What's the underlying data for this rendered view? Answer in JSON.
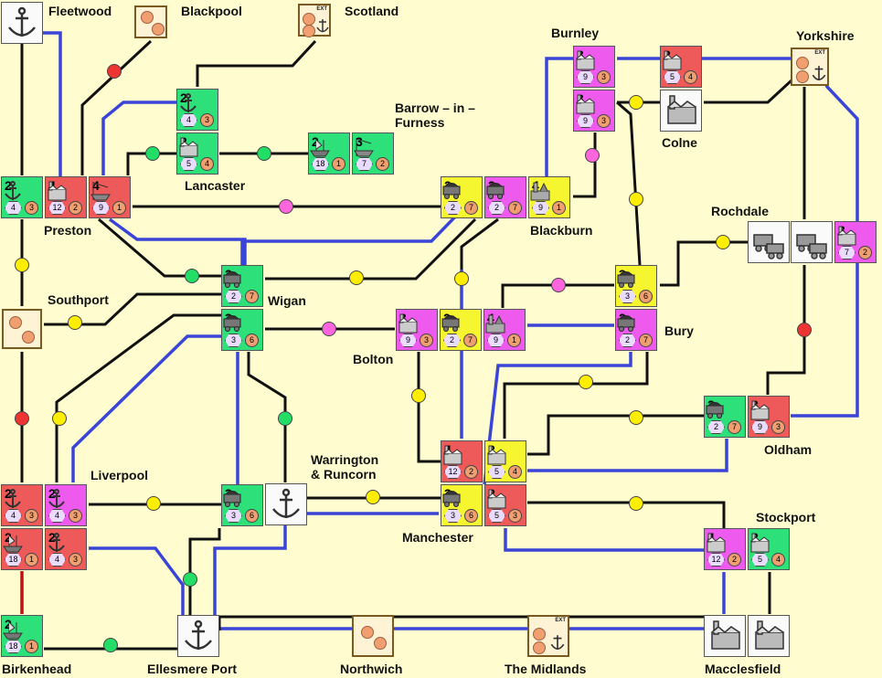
{
  "colors": {
    "background": "#fffdd0",
    "canal": "#3a45d8",
    "rail": "#111111",
    "red_link": "#c01010",
    "green": "#2ee07a",
    "red": "#ee5a5a",
    "magenta": "#ee5aee",
    "yellow": "#f5f530",
    "white": "#f4f4f4",
    "node_green": "#22dd66",
    "node_yellow": "#ffee00",
    "node_magenta": "#ff66dd",
    "node_red": "#ee3333"
  },
  "locations": {
    "fleetwood": "Fleetwood",
    "blackpool": "Blackpool",
    "scotland": "Scotland",
    "burnley": "Burnley",
    "yorkshire": "Yorkshire",
    "barrow": "Barrow – in –\nFurness",
    "colne": "Colne",
    "lancaster": "Lancaster",
    "preston": "Preston",
    "blackburn": "Blackburn",
    "rochdale": "Rochdale",
    "southport": "Southport",
    "wigan": "Wigan",
    "bolton": "Bolton",
    "bury": "Bury",
    "oldham": "Oldham",
    "liverpool": "Liverpool",
    "warrington": "Warrington\n& Runcorn",
    "manchester": "Manchester",
    "stockport": "Stockport",
    "birkenhead": "Birkenhead",
    "ellesmere": "Ellesmere Port",
    "northwich": "Northwich",
    "midlands": "The Midlands",
    "macclesfield": "Macclesfield"
  },
  "ext_label": "EXT",
  "tiles": [
    {
      "id": "preston-port",
      "color": "green",
      "level": "2",
      "icon": "port-icon",
      "cost": "4",
      "vp": "3"
    },
    {
      "id": "preston-mill",
      "color": "red",
      "level": "4",
      "icon": "cotton-mill-icon",
      "cost": "12",
      "vp": "2"
    },
    {
      "id": "preston-shipyard",
      "color": "red",
      "level": "4",
      "icon": "shipyard-icon",
      "cost": "9",
      "vp": "1"
    },
    {
      "id": "lancaster-port",
      "color": "green",
      "level": "2",
      "icon": "port-icon",
      "cost": "4",
      "vp": "3"
    },
    {
      "id": "lancaster-mill",
      "color": "green",
      "level": "2",
      "icon": "cotton-mill-icon",
      "cost": "5",
      "vp": "4"
    },
    {
      "id": "barrow-ship1",
      "color": "green",
      "level": "2",
      "icon": "ship-icon",
      "cost": "18",
      "vp": "1"
    },
    {
      "id": "barrow-ship2",
      "color": "green",
      "level": "3",
      "icon": "shipyard-icon",
      "cost": "7",
      "vp": "2"
    },
    {
      "id": "burnley-mill1",
      "color": "magenta",
      "level": "3",
      "icon": "cotton-mill-icon",
      "cost": "9",
      "vp": "3"
    },
    {
      "id": "burnley-mill2",
      "color": "magenta",
      "level": "3",
      "icon": "cotton-mill-icon",
      "cost": "9",
      "vp": "3"
    },
    {
      "id": "burnley-mill3",
      "color": "red",
      "level": "2",
      "icon": "cotton-mill-icon",
      "cost": "5",
      "vp": "4"
    },
    {
      "id": "blackburn-coal1",
      "color": "yellow",
      "level": "2",
      "icon": "coal-mine-icon",
      "cost": "2",
      "vp": "7"
    },
    {
      "id": "blackburn-coal2",
      "color": "magenta",
      "level": "2",
      "icon": "coal-mine-icon",
      "cost": "2",
      "vp": "7"
    },
    {
      "id": "blackburn-iron",
      "color": "yellow",
      "level": "4",
      "icon": "iron-works-icon",
      "cost": "9",
      "vp": "1"
    },
    {
      "id": "wigan-coal1",
      "color": "green",
      "level": "2",
      "icon": "coal-mine-icon",
      "cost": "2",
      "vp": "7"
    },
    {
      "id": "wigan-coal2",
      "color": "green",
      "level": "3",
      "icon": "coal-mine-icon",
      "cost": "3",
      "vp": "6"
    },
    {
      "id": "bolton-mill",
      "color": "magenta",
      "level": "3",
      "icon": "cotton-mill-icon",
      "cost": "9",
      "vp": "3"
    },
    {
      "id": "bolton-coal",
      "color": "yellow",
      "level": "2",
      "icon": "coal-mine-icon",
      "cost": "2",
      "vp": "7"
    },
    {
      "id": "bolton-iron",
      "color": "magenta",
      "level": "4",
      "icon": "iron-works-icon",
      "cost": "9",
      "vp": "1"
    },
    {
      "id": "bury-coal1",
      "color": "yellow",
      "level": "3",
      "icon": "coal-mine-icon",
      "cost": "3",
      "vp": "6"
    },
    {
      "id": "bury-coal2",
      "color": "magenta",
      "level": "2",
      "icon": "coal-mine-icon",
      "cost": "2",
      "vp": "7"
    },
    {
      "id": "rochdale-mill",
      "color": "magenta",
      "level": "3",
      "icon": "cotton-mill-icon",
      "cost": "7",
      "vp": "2"
    },
    {
      "id": "oldham-coal",
      "color": "green",
      "level": "2",
      "icon": "coal-mine-icon",
      "cost": "2",
      "vp": "7"
    },
    {
      "id": "oldham-mill",
      "color": "red",
      "level": "3",
      "icon": "cotton-mill-icon",
      "cost": "9",
      "vp": "3"
    },
    {
      "id": "manchester-mill1",
      "color": "red",
      "level": "4",
      "icon": "cotton-mill-icon",
      "cost": "12",
      "vp": "2"
    },
    {
      "id": "manchester-mill2",
      "color": "yellow",
      "level": "2",
      "icon": "cotton-mill-icon",
      "cost": "5",
      "vp": "4"
    },
    {
      "id": "manchester-coal",
      "color": "yellow",
      "level": "3",
      "icon": "coal-mine-icon",
      "cost": "3",
      "vp": "6"
    },
    {
      "id": "manchester-mill3",
      "color": "red",
      "level": "2",
      "icon": "cotton-mill-icon",
      "cost": "5",
      "vp": "3"
    },
    {
      "id": "liverpool-port1",
      "color": "red",
      "level": "2",
      "icon": "port-icon",
      "cost": "4",
      "vp": "3"
    },
    {
      "id": "liverpool-port2",
      "color": "magenta",
      "level": "2",
      "icon": "port-icon",
      "cost": "4",
      "vp": "3"
    },
    {
      "id": "liverpool-ship",
      "color": "red",
      "level": "2",
      "icon": "ship-icon",
      "cost": "18",
      "vp": "1"
    },
    {
      "id": "liverpool-port3",
      "color": "red",
      "level": "2",
      "icon": "port-icon",
      "cost": "4",
      "vp": "3"
    },
    {
      "id": "warrington-coal",
      "color": "green",
      "level": "3",
      "icon": "coal-mine-icon",
      "cost": "3",
      "vp": "6"
    },
    {
      "id": "stockport-mill1",
      "color": "magenta",
      "level": "4",
      "icon": "cotton-mill-icon",
      "cost": "12",
      "vp": "2"
    },
    {
      "id": "stockport-mill2",
      "color": "green",
      "level": "2",
      "icon": "cotton-mill-icon",
      "cost": "5",
      "vp": "4"
    },
    {
      "id": "birkenhead-ship",
      "color": "green",
      "level": "2",
      "icon": "ship-icon",
      "cost": "18",
      "vp": "1"
    }
  ]
}
